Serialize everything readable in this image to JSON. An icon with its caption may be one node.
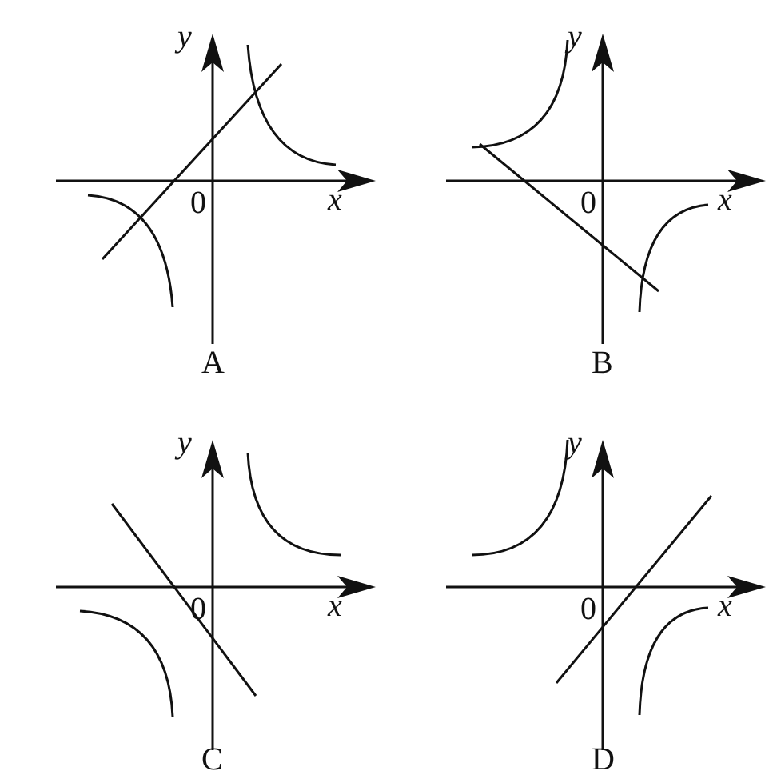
{
  "diagram": {
    "labels": [
      "y",
      "0",
      "x",
      "A",
      "y",
      "0",
      "x",
      "B",
      "y",
      "0",
      "x",
      "C",
      "y",
      "0",
      "x",
      "D"
    ]
  }
}
